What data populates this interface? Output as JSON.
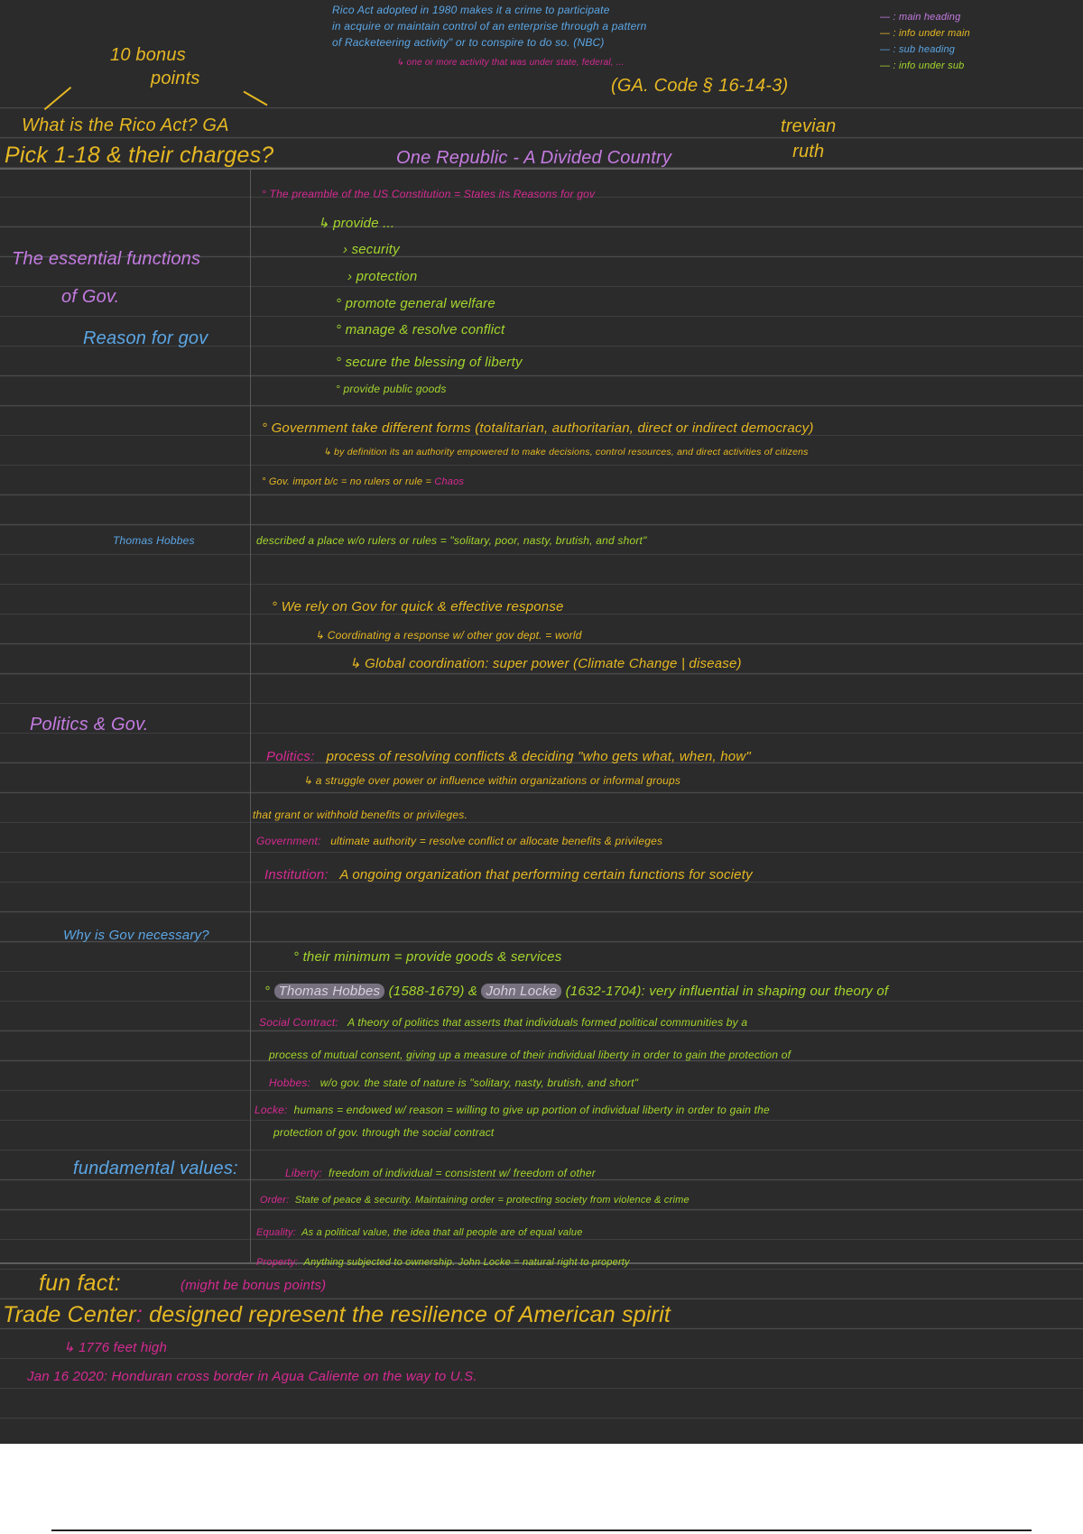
{
  "header": {
    "bonus": [
      "10 bonus",
      "points"
    ],
    "rico_def": [
      "Rico Act adopted in 1980 makes it a crime to participate",
      "in acquire or maintain control of an enterprise through a pattern",
      "of Racketeering activity\" or to conspire to do so. (NBC)"
    ],
    "rico_sub": "↳ one or more activity that was under state, federal, ...",
    "ga_code": "(GA. Code § 16-14-3)",
    "legend": [
      "— : main heading",
      "— : info under main",
      "— : sub heading",
      "— : info under sub"
    ],
    "question1": "What is the Rico Act? GA",
    "question2": "Pick 1-18 & their charges?",
    "names": [
      "trevian",
      "ruth"
    ],
    "title": "One Republic - A Divided Country"
  },
  "left": {
    "functions": [
      "The essential functions",
      "of Gov."
    ],
    "reason": "Reason for gov",
    "hobbes": "Thomas Hobbes",
    "politics": "Politics & Gov.",
    "why": "Why is Gov necessary?",
    "values": "fundamental values:"
  },
  "notes": {
    "preamble": "° The preamble of the US Constitution = States its Reasons for gov",
    "provide": "↳ provide ...",
    "security": "› security",
    "protection": "› protection",
    "welfare": "° promote general welfare",
    "conflict": "° manage & resolve conflict",
    "liberty": "° secure the blessing of liberty",
    "goods": "° provide public goods",
    "forms": "° Government take different forms (totalitarian, authoritarian, direct or indirect democracy)",
    "definition": "↳ by definition its an authority empowered to make decisions, control resources, and direct activities of citizens",
    "import": "° Gov. import b/c = no rulers or rule = ",
    "chaos": "Chaos",
    "described": "described a place w/o rulers or rules = \"solitary, poor, nasty, brutish, and short\"",
    "rely": "° We rely on Gov for quick & effective response",
    "coordinating": "↳ Coordinating a response w/ other gov dept. = world",
    "global": "↳ Global coordination: super power (Climate Change | disease)",
    "politics_label": "Politics:",
    "politics_def": "process of resolving conflicts & deciding \"who gets what, when, how\"",
    "struggle": "↳ a struggle over power or influence within organizations or informal groups",
    "grant": "that grant or withhold benefits or privileges.",
    "gov_label": "Government:",
    "gov_def": "ultimate authority = resolve conflict or allocate benefits & privileges",
    "inst_label": "Institution:",
    "inst_def": "A ongoing organization that performing certain functions for society",
    "minimum": "° their minimum = provide goods & services",
    "hobbes_hl": "Thomas Hobbes",
    "hobbes_years": "(1588-1679) &",
    "locke_hl": "John Locke",
    "locke_years": "(1632-1704): very influential in shaping our theory of",
    "sc_label": "Social Contract:",
    "sc_def": "A theory of politics that asserts that individuals formed political communities by a",
    "sc_def2": "process of mutual consent, giving up a measure of their individual liberty in order to gain the protection of",
    "hobbes_label": "Hobbes:",
    "hobbes_def": "w/o gov. the state of nature is \"solitary, nasty, brutish, and short\"",
    "locke_label": "Locke:",
    "locke_def": "humans = endowed w/ reason = willing to give up portion of individual liberty in order to gain the",
    "locke_def2": "protection of gov. through the social contract",
    "liberty_label": "Liberty:",
    "liberty_def": "freedom of individual = consistent w/ freedom of other",
    "order_label": "Order:",
    "order_def": "State of peace & security. Maintaining order = protecting society from violence & crime",
    "equality_label": "Equality:",
    "equality_def": "As a political value, the idea that all people are of equal value",
    "property_label": "Property:",
    "property_def": "Anything subjected to ownership. John Locke = natural right to property"
  },
  "footer": {
    "fun_fact": "fun fact:",
    "bonus_note": "(might be bonus points)",
    "trade_label": "Trade Center",
    "trade_text": "designed represent the resilience of American spirit",
    "height": "↳ 1776 feet high",
    "jan": "Jan 16 2020: Honduran cross border in Agua Caliente on the way to U.S."
  }
}
